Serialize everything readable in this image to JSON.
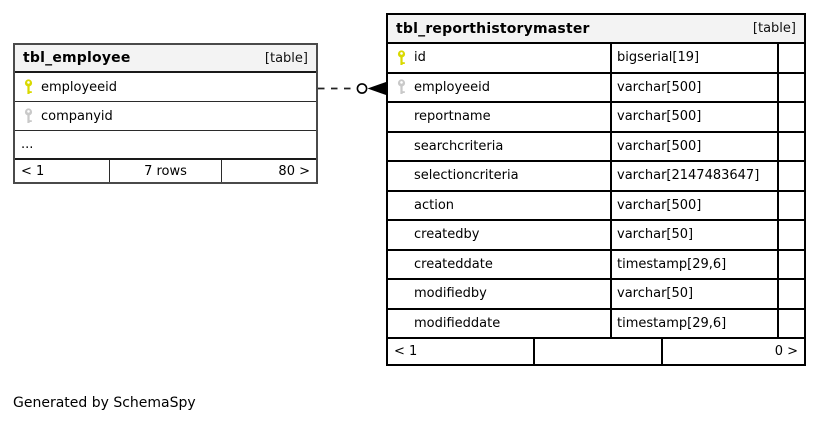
{
  "diagram": {
    "credit": "Generated by SchemaSpy",
    "relationship": {
      "from": "tbl_employee.employeeid",
      "to": "tbl_reporthistorymaster.employeeid",
      "style": "dashed-circle-arrow"
    }
  },
  "colors": {
    "header_bg": "#f3f3f3",
    "border_dark": "#000000",
    "border_gray": "#4a4a4a",
    "primary_key_icon": "#d9d900",
    "foreign_key_icon": "#c9c9c9"
  },
  "employee_table": {
    "title": "tbl_employee",
    "badge": "[table]",
    "columns": [
      {
        "name": "employeeid",
        "key": "primary"
      },
      {
        "name": "companyid",
        "key": "foreign"
      }
    ],
    "ellipsis": "...",
    "footer": {
      "left": "< 1",
      "center": "7 rows",
      "right": "80 >"
    }
  },
  "report_table": {
    "title": "tbl_reporthistorymaster",
    "badge": "[table]",
    "columns": [
      {
        "name": "id",
        "type": "bigserial[19]",
        "key": "primary"
      },
      {
        "name": "employeeid",
        "type": "varchar[500]",
        "key": "foreign"
      },
      {
        "name": "reportname",
        "type": "varchar[500]",
        "key": ""
      },
      {
        "name": "searchcriteria",
        "type": "varchar[500]",
        "key": ""
      },
      {
        "name": "selectioncriteria",
        "type": "varchar[2147483647]",
        "key": ""
      },
      {
        "name": "action",
        "type": "varchar[500]",
        "key": ""
      },
      {
        "name": "createdby",
        "type": "varchar[50]",
        "key": ""
      },
      {
        "name": "createddate",
        "type": "timestamp[29,6]",
        "key": ""
      },
      {
        "name": "modifiedby",
        "type": "varchar[50]",
        "key": ""
      },
      {
        "name": "modifieddate",
        "type": "timestamp[29,6]",
        "key": ""
      }
    ],
    "footer": {
      "left": "< 1",
      "center": "",
      "right": "0 >"
    }
  }
}
